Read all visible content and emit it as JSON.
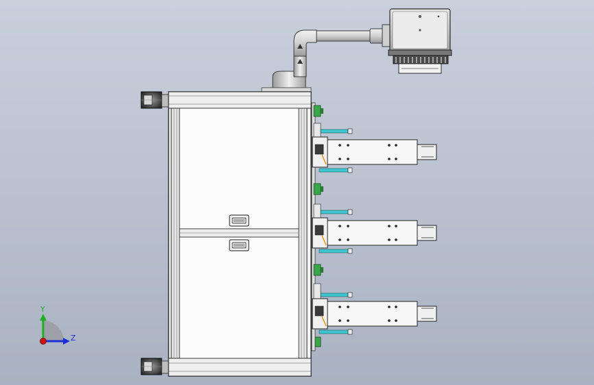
{
  "triad": {
    "y_label": "Y",
    "z_label": "Z",
    "colors": {
      "y": "#1fb01f",
      "z": "#1a2fd6",
      "origin": "#d01010"
    }
  },
  "colors": {
    "background_top": "#c9d0dc",
    "background_bottom": "#a9b2c2",
    "frame_outline": "#2a2a2a",
    "frame_fill": "#f4f4f4",
    "panel_fill": "#fbfbfb",
    "cyan_rod": "#3fc6d0",
    "green_sensor": "#3aa64a",
    "orange_wire": "#e89a2a"
  },
  "parts": {
    "caster_count": 2,
    "handle_count": 2,
    "cylinder_module_count": 3
  }
}
